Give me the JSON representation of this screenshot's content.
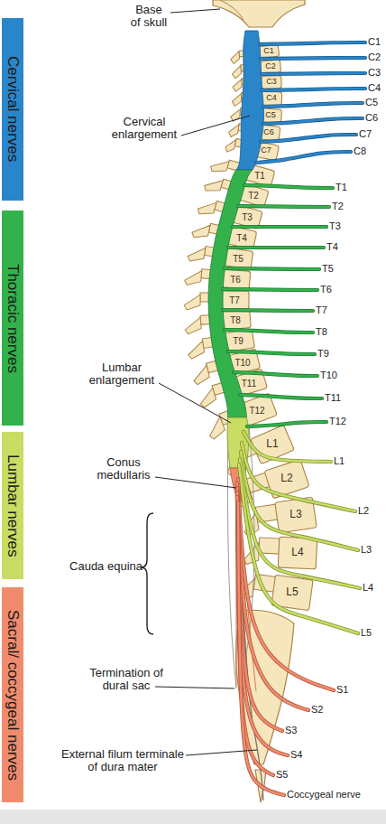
{
  "diagram": {
    "nodes": [
      {
        "text": [
          "Cervical nerves"
        ]
      },
      {
        "text": [
          "Thoracic nerves"
        ]
      },
      {
        "text": [
          "Lumbar nerves"
        ]
      },
      {
        "text": [
          "Sacral/ coccygeal nerves"
        ]
      }
    ],
    "labels": [
      "Base of skull",
      "Cervical enlargement",
      "C1",
      "C2",
      "C3",
      "C4",
      "C5",
      "C6",
      "C7",
      "C1",
      "C2",
      "C3",
      "C4",
      "C5",
      "C6",
      "C7",
      "C8",
      "T1",
      "T2",
      "T3",
      "T4",
      "T5",
      "T6",
      "T7",
      "T8",
      "T9",
      "T10",
      "T11",
      "T12",
      "T1",
      "T2",
      "T3",
      "T4",
      "T5",
      "T6",
      "T7",
      "T8",
      "T9",
      "T10",
      "T11",
      "T12",
      "Lumbar enlargement",
      "Conus medullaris",
      "L1",
      "L2",
      "L3",
      "L4",
      "L5",
      "L1",
      "L2",
      "L3",
      "L4",
      "L5",
      "Cauda equina",
      "Termination of dural sac",
      "S1",
      "S2",
      "S3",
      "S4",
      "S5",
      "External filum terminale of dura mater",
      "Coccygeal nerve"
    ]
  }
}
